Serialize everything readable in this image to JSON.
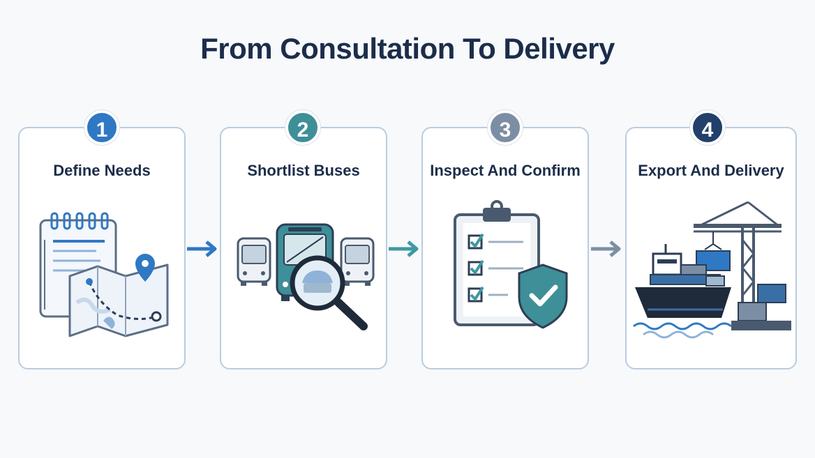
{
  "title": "From Consultation To Delivery",
  "steps": [
    {
      "number": "1",
      "label": "Define Needs",
      "color": "#2f78c4"
    },
    {
      "number": "2",
      "label": "Shortlist Buses",
      "color": "#3e8f98"
    },
    {
      "number": "3",
      "label": "Inspect And Confirm",
      "color": "#7c8ea3"
    },
    {
      "number": "4",
      "label": "Export And Delivery",
      "color": "#22406b"
    }
  ],
  "arrow_colors": [
    "#2f78c4",
    "#3e9aa0",
    "#7c8ea3"
  ]
}
